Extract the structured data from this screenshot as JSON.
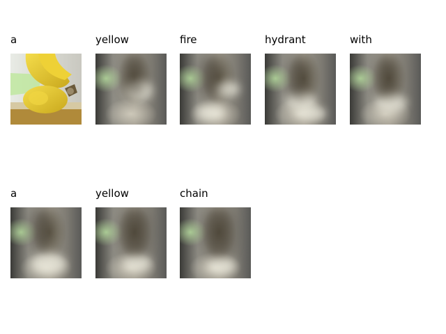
{
  "words": [
    "a",
    "yellow",
    "fire",
    "hydrant",
    "with",
    "a",
    "yellow",
    "chain"
  ]
}
